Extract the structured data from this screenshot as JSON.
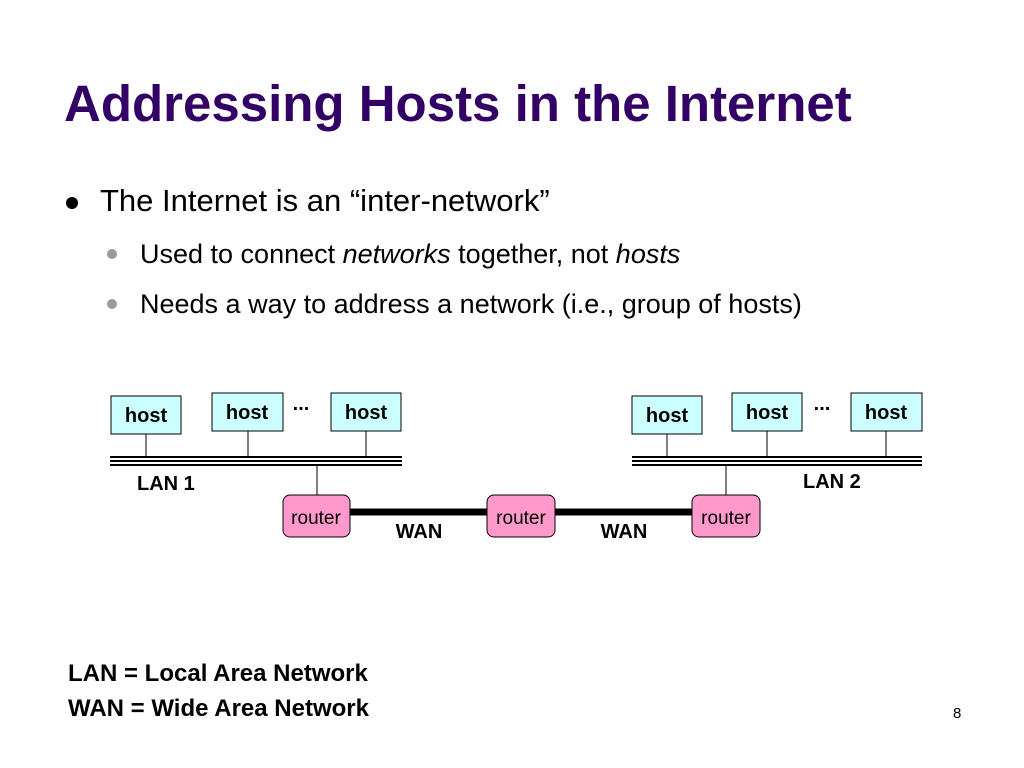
{
  "slide": {
    "title": "Addressing Hosts in the Internet",
    "bullet_main": "The Internet is an “inter-network”",
    "sub_bullets": [
      {
        "text_1": "Used to connect ",
        "italic_1": "networks",
        "text_2": " together, not ",
        "italic_2": "hosts"
      },
      {
        "text": "Needs a way to address a network (i.e., group of hosts)"
      }
    ],
    "page_number": "8"
  },
  "diagram": {
    "host_label": "host",
    "router_label": "router",
    "ellipsis": "...",
    "lan_labels": [
      "LAN 1",
      "LAN 2"
    ],
    "wan_label": "WAN",
    "colors": {
      "host_fill": "#ccffff",
      "router_fill": "#ff99cc",
      "title": "#330066"
    }
  },
  "legend": {
    "lan": "LAN = Local Area Network",
    "wan": "WAN = Wide Area Network"
  }
}
